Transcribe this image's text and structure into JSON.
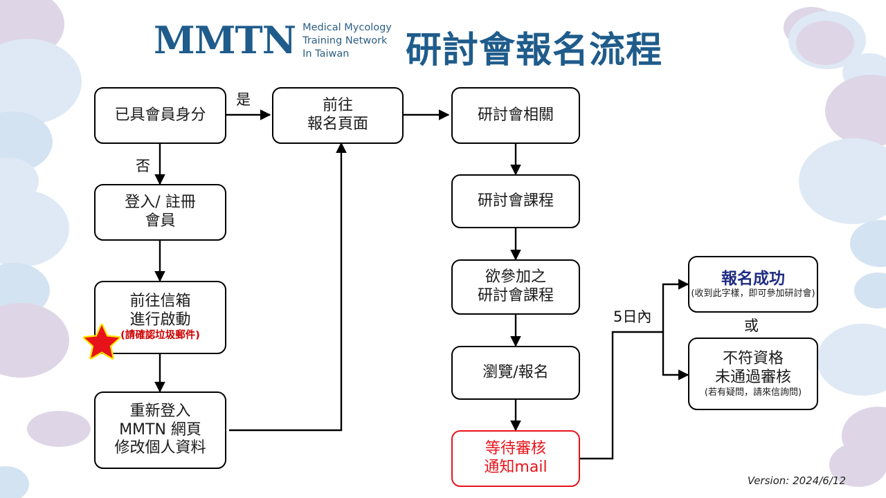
{
  "header": {
    "logo_mark": "MMTN",
    "logo_sub_line1": "Medical Mycology",
    "logo_sub_line2": "Training Network",
    "logo_sub_line3": "In Taiwan",
    "title": "研討會報名流程",
    "brand_color": "#1F5C8B"
  },
  "footer": {
    "version": "Version: 2024/6/12"
  },
  "colors": {
    "node_border": "#000000",
    "alert_red": "#E8131A",
    "note_red": "#CC0000",
    "success_navy": "#1F2C84",
    "deco_purple": "#CFC3DC",
    "deco_blue": "#CFE0F0"
  },
  "nodes": {
    "member_check": {
      "line1": "已具會員身分"
    },
    "login_register": {
      "line1": "登入/ 註冊",
      "line2": "會員"
    },
    "activate_mail": {
      "line1": "前往信箱",
      "line2": "進行啟動",
      "note": "(請確認垃圾郵件)"
    },
    "relogin_profile": {
      "line1": "重新登入",
      "line2": "MMTN 網頁",
      "line3": "修改個人資料"
    },
    "goto_signup": {
      "line1": "前往",
      "line2": "報名頁面"
    },
    "seminar_info": {
      "line1": "研討會相關"
    },
    "seminar_course": {
      "line1": "研討會課程"
    },
    "desired_course": {
      "line1": "欲參加之",
      "line2": "研討會課程"
    },
    "browse_signup": {
      "line1": "瀏覽/報名"
    },
    "await_review": {
      "line1": "等待審核",
      "line2": "通知mail"
    },
    "success": {
      "title": "報名成功",
      "note": "(收到此字樣，即可參加研討會)"
    },
    "rejected": {
      "line1": "不符資格",
      "line2": "未通過審核",
      "note": "(若有疑問，請來信詢問)"
    }
  },
  "edge_labels": {
    "yes": "是",
    "no": "否",
    "within_5_days": "5日內",
    "or": "或"
  }
}
